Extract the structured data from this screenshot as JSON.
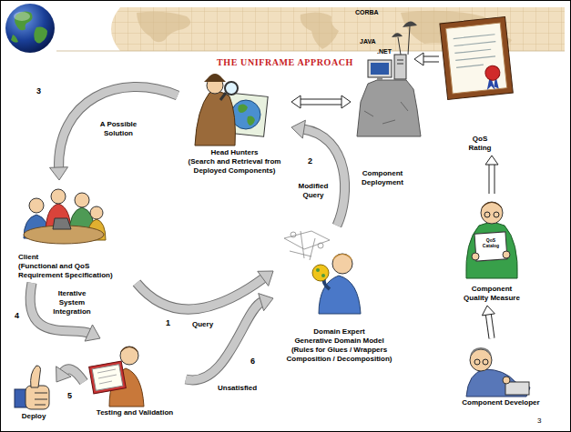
{
  "diagram": {
    "title": "THE UNIFRAME APPROACH",
    "nodes": [
      {
        "text": [
          "Head Hunters",
          "(Search and Retrieval from Deployed Components)"
        ]
      },
      {
        "text": [
          "Component Deployment"
        ]
      },
      {
        "text": [
          "QoS Rating"
        ]
      },
      {
        "text": [
          "Client",
          "(Functional and QoS Requirement Specification)"
        ]
      },
      {
        "text": [
          "Domain Expert",
          "Generative Domain Model",
          "(Rules for Glues / Wrappers Composition / Decomposition)"
        ]
      },
      {
        "text": [
          "Component Quality Measure"
        ]
      },
      {
        "text": [
          "Testing and Validation"
        ]
      },
      {
        "text": [
          "Deploy"
        ]
      },
      {
        "text": [
          "Component Developer"
        ]
      }
    ],
    "edges": [
      {
        "from": 3,
        "to": 4,
        "label": "Query",
        "arrow": "to"
      },
      {
        "from": 4,
        "to": 0,
        "label": "Modified Query",
        "arrow": "to"
      },
      {
        "from": 0,
        "to": 3,
        "label": "A Possible Solution",
        "arrow": "to"
      },
      {
        "from": 3,
        "to": 6,
        "label": "Iterative System Integration",
        "arrow": "to"
      },
      {
        "from": 6,
        "to": 7,
        "arrow": "to"
      },
      {
        "from": 6,
        "to": 4,
        "label": "Unsatisfied",
        "arrow": "to"
      },
      {
        "from": 0,
        "to": 1,
        "arrow": "both"
      },
      {
        "from": 2,
        "to": 1,
        "arrow": "to"
      },
      {
        "from": 5,
        "to": 2,
        "arrow": "to"
      },
      {
        "from": 8,
        "to": 5,
        "arrow": "to"
      }
    ],
    "labels": [
      "3",
      "2",
      "1",
      "4",
      "5",
      "6",
      "CORBA",
      "JAVA",
      ".NET",
      "QoS Catalog",
      "3"
    ]
  }
}
